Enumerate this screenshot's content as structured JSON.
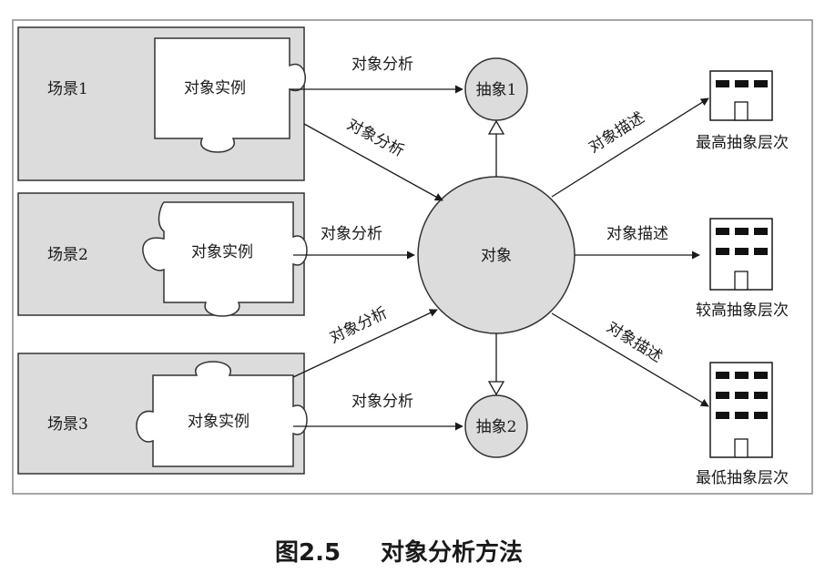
{
  "scenes": [
    {
      "label": "场景1",
      "instance": "对象实例"
    },
    {
      "label": "场景2",
      "instance": "对象实例"
    },
    {
      "label": "场景3",
      "instance": "对象实例"
    }
  ],
  "center": {
    "label": "对象"
  },
  "abstractions": [
    {
      "label": "抽象1"
    },
    {
      "label": "抽象2"
    }
  ],
  "analysis_label": "对象分析",
  "describe_label": "对象描述",
  "levels": [
    {
      "label": "最高抽象层次",
      "stripes": 1
    },
    {
      "label": "较高抽象层次",
      "stripes": 2
    },
    {
      "label": "最低抽象层次",
      "stripes": 3
    }
  ],
  "caption": {
    "number": "图2.5",
    "title": "对象分析方法"
  }
}
